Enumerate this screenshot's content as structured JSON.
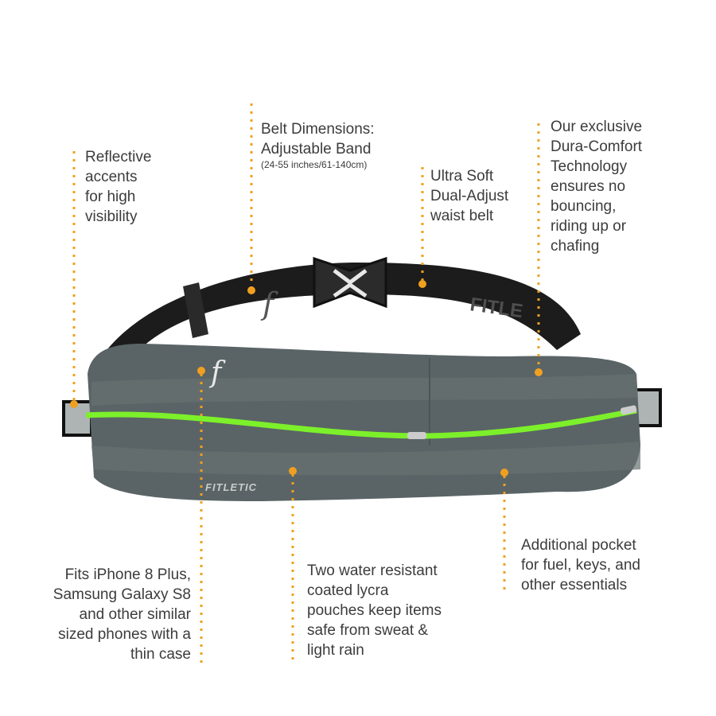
{
  "brand": "FITLETIC",
  "colors": {
    "leader": "#f0a020",
    "zipper": "#7cf02a",
    "pouch": "#5a6466",
    "strap": "#1c1c1c"
  },
  "callouts": {
    "reflective": "Reflective\naccents\nfor high\nvisibility",
    "belt_title": "Belt Dimensions:\nAdjustable Band",
    "belt_size": "(24-55 inches/61-140cm)",
    "ultra_soft": "Ultra Soft\nDual-Adjust\nwaist belt",
    "dura_comfort": "Our exclusive\nDura-Comfort\nTechnology\nensures no\nbouncing,\nriding up or\nchafing",
    "fits_iphone": "Fits iPhone 8 Plus,\nSamsung Galaxy S8\nand other similar\nsized phones with a\nthin case",
    "water_resistant": "Two water resistant\ncoated lycra\npouches keep items\nsafe from sweat &\nlight rain",
    "additional_pocket": "Additional pocket\nfor fuel, keys, and\nother essentials"
  }
}
